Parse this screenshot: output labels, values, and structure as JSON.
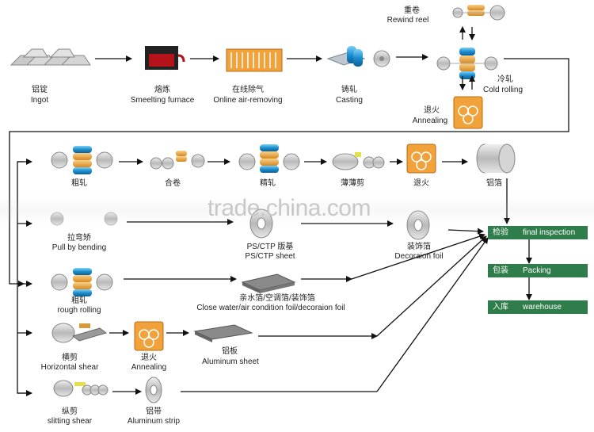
{
  "watermark": "trade.china.com",
  "nodes": {
    "ingot": {
      "cn": "铝锭",
      "en": "Ingot"
    },
    "smelting": {
      "cn": "熔炼",
      "en": "Smeelting furnace"
    },
    "air": {
      "cn": "在线除气",
      "en": "Online air-removing"
    },
    "casting": {
      "cn": "铸轧",
      "en": "Casting"
    },
    "rewind": {
      "cn": "重卷",
      "en": "Rewind reel"
    },
    "cold": {
      "cn": "冷轧",
      "en": "Cold rolling"
    },
    "annealing_top": {
      "cn": "退火",
      "en": "Annealing"
    },
    "rough_cn": {
      "cn": "粗轧"
    },
    "hejuan": {
      "cn": "合卷"
    },
    "jingzha": {
      "cn": "精轧"
    },
    "baobao": {
      "cn": "薄薄剪"
    },
    "tuihuo2": {
      "cn": "退火"
    },
    "lvbo": {
      "cn": "铝箔"
    },
    "pull": {
      "cn": "拉弯矫",
      "en": "Pull by bending"
    },
    "ps": {
      "cn": "PS/CTP 版基",
      "en": "PS/CTP sheet"
    },
    "decor": {
      "cn": "装饰箔",
      "en": "Decoraion foil"
    },
    "rough2": {
      "cn": "粗轧",
      "en": "rough rolling"
    },
    "close": {
      "cn": "亲水箔/空调箔/装饰箔",
      "en": "Close water/air condition foil/decoraion foil"
    },
    "hshear": {
      "cn": "横剪",
      "en": "Horizontal shear"
    },
    "anneal3": {
      "cn": "退火",
      "en": "Annealing"
    },
    "alsheet": {
      "cn": "铝板",
      "en": "Aluminum sheet"
    },
    "slit": {
      "cn": "纵剪",
      "en": "slitting shear"
    },
    "strip": {
      "cn": "铝带",
      "en": "Aluminum strip"
    }
  },
  "final_boxes": [
    {
      "cn": "检验",
      "en": "final inspection"
    },
    {
      "cn": "包装",
      "en": "Packing"
    },
    {
      "cn": "入库",
      "en": "warehouse"
    }
  ],
  "colors": {
    "box_green": "#2e7d4a",
    "roller_blue": "#1c8fd0",
    "roll_orange": "#e8a23a",
    "furnace_red": "#b5121b",
    "line": "#111111"
  }
}
